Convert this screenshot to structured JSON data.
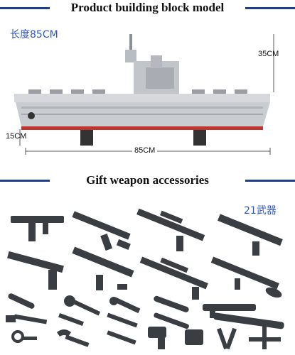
{
  "header_top": "Product building block model",
  "header_mid": "Gift weapon accessories",
  "length_tag": "长度85CM",
  "weapons_tag": "21武器",
  "dim_height": "35CM",
  "dim_low": "15CM",
  "dim_length": "85CM",
  "colors": {
    "accent": "#1f3f8a",
    "tag": "#2d57c4",
    "hull": "#c9ccd1",
    "stripe": "#c0362c",
    "weapon": "#3a3d42"
  }
}
